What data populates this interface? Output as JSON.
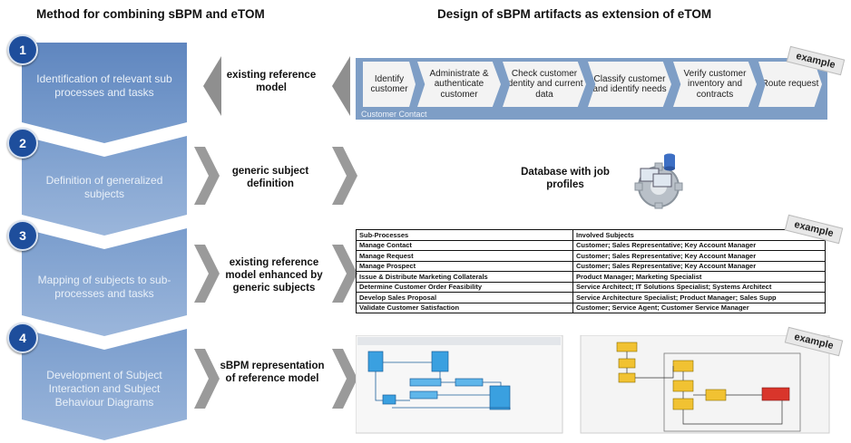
{
  "headers": {
    "left": "Method for combining sBPM and eTOM",
    "right": "Design of sBPM artifacts as extension of eTOM"
  },
  "steps": [
    {
      "num": "1",
      "label": "Identification of relevant sub processes and tasks"
    },
    {
      "num": "2",
      "label": "Definition of generalized subjects"
    },
    {
      "num": "3",
      "label": "Mapping of subjects to sub-processes and tasks"
    },
    {
      "num": "4",
      "label": "Development of Subject Interaction and Subject Behaviour Diagrams"
    }
  ],
  "middle": [
    "existing reference model",
    "generic subject definition",
    "existing reference model enhanced by generic subjects",
    "sBPM representation of reference model"
  ],
  "process": {
    "steps": [
      "Identify customer",
      "Administrate & authenticate customer",
      "Check customer identity and current data",
      "Classify customer and identify needs",
      "Verify customer inventory and contracts",
      "Route request"
    ],
    "label": "Customer Contact"
  },
  "example_label": "example",
  "database": "Database with job profiles",
  "table": {
    "headers": [
      "Sub-Processes",
      "Involved Subjects"
    ],
    "rows": [
      [
        "Manage Contact",
        "Customer; Sales Representative; Key Account Manager"
      ],
      [
        "Manage Request",
        "Customer; Sales Representative; Key Account Manager"
      ],
      [
        "Manage Prospect",
        "Customer; Sales Representative; Key Account Manager"
      ],
      [
        "Issue & Distribute Marketing Collaterals",
        "Product Manager; Marketing Specialist"
      ],
      [
        "Determine Customer Order Feasibility",
        "Service Architect; IT Solutions Specialist; Systems Architect"
      ],
      [
        "Develop Sales Proposal",
        "Service Architecture Specialist; Product Manager; Sales Supp"
      ],
      [
        "Validate Customer Satisfaction",
        "Customer; Service Agent; Customer Service Manager"
      ]
    ]
  },
  "colors": {
    "step_blue": "#7296c8",
    "badge": "#1e4e9c",
    "arrow_grey": "#9a9a9a",
    "process_bar": "#7e9ec6"
  }
}
